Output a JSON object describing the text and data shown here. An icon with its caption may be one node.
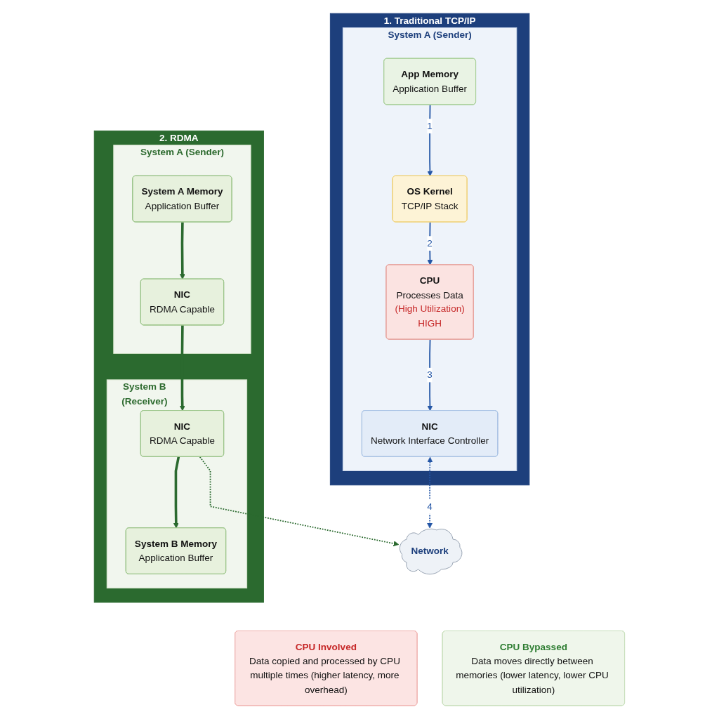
{
  "diagram": {
    "nodes": [
      {
        "text": [
          "1. Traditional TCP/IP"
        ]
      },
      {
        "text": [
          "System A (Sender)"
        ],
        "in": 0
      },
      {
        "text": [
          "App Memory",
          "Application Buffer"
        ],
        "in": 1
      },
      {
        "text": [
          "OS Kernel",
          "TCP/IP Stack"
        ],
        "in": 1
      },
      {
        "text": [
          "CPU",
          "Processes Data",
          "(High Utilization)",
          "HIGH"
        ],
        "in": 1
      },
      {
        "text": [
          "NIC",
          "Network Interface Controller"
        ],
        "in": 1
      },
      {
        "text": [
          "2. RDMA"
        ]
      },
      {
        "text": [
          "System A (Sender)"
        ],
        "in": 6
      },
      {
        "text": [
          "System A Memory",
          "Application Buffer"
        ],
        "in": 7
      },
      {
        "text": [
          "NIC",
          "RDMA Capable"
        ],
        "in": 7
      },
      {
        "text": [
          "System B (Receiver)"
        ],
        "in": 6
      },
      {
        "text": [
          "System B Memory",
          "Application Buffer"
        ],
        "in": 10
      },
      {
        "text": [
          "NIC",
          "RDMA Capable"
        ],
        "in": 10
      },
      {
        "text": [
          "Network"
        ]
      },
      {
        "text": [
          "CPU Involved",
          "Data copied and processed by CPU multiple times (higher latency, more overhead)"
        ]
      },
      {
        "text": [
          "CPU Bypassed",
          "Data moves directly between memories (lower latency, lower CPU utilization)"
        ]
      }
    ],
    "edges": [
      {
        "from": 2,
        "to": 3,
        "arrow": "to",
        "label": "1",
        "color": "#2456a6"
      },
      {
        "from": 3,
        "to": 4,
        "arrow": "to",
        "label": "2",
        "color": "#2456a6"
      },
      {
        "from": 4,
        "to": 5,
        "arrow": "to",
        "label": "3",
        "color": "#2456a6"
      },
      {
        "from": 5,
        "to": 13,
        "arrow": "both",
        "label": "4",
        "style": "dashed",
        "color": "#2456a6"
      },
      {
        "from": 8,
        "to": 9,
        "arrow": "to",
        "style": "thick",
        "color": "#2b6a2f"
      },
      {
        "from": 9,
        "to": 12,
        "arrow": "to",
        "style": "thick",
        "color": "#2b6a2f"
      },
      {
        "from": 12,
        "to": 11,
        "arrow": "to",
        "style": "thick",
        "color": "#2b6a2f"
      },
      {
        "from": 12,
        "to": 13,
        "arrow": "to",
        "style": "dashed",
        "color": "#2b6a2f"
      }
    ]
  }
}
